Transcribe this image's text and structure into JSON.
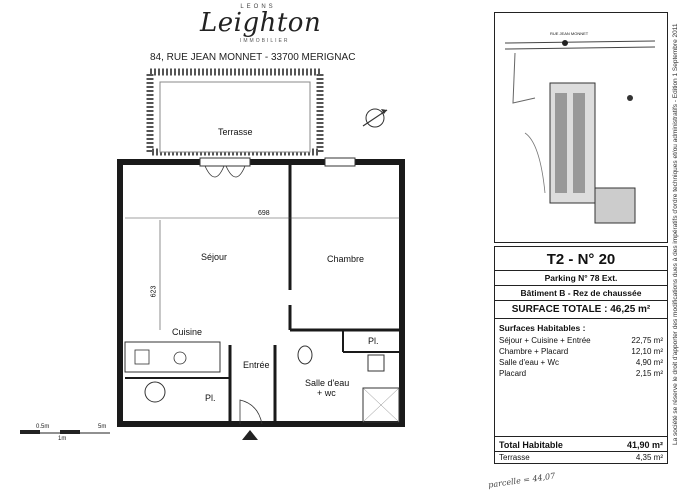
{
  "header": {
    "brand_top": "LEONS",
    "brand": "Leighton",
    "brand_sub": "IMMOBILIER",
    "address": "84, RUE JEAN MONNET - 33700 MERIGNAC"
  },
  "plan": {
    "terrace_label": "Terrasse",
    "dimension": "698",
    "dimension_vertical": "623",
    "rooms": {
      "sejour": "Séjour",
      "chambre": "Chambre",
      "cuisine": "Cuisine",
      "entree": "Entrée",
      "placard1": "Pl.",
      "placard2": "Pl.",
      "sdb_line1": "Salle d'eau",
      "sdb_line2": "+ wc"
    },
    "scale_labels": [
      "0.5m",
      "1m",
      "5m"
    ]
  },
  "location_map": {
    "street_label": "RUE JEAN MONNET"
  },
  "info": {
    "type_num": "T2 - N° 20",
    "parking": "Parking N° 78 Ext.",
    "batiment": "Bâtiment B - Rez de chaussée",
    "surface_totale": "SURFACE TOTALE : 46,25 m²",
    "habitables_heading": "Surfaces Habitables :",
    "rows": [
      {
        "name": "Séjour + Cuisine + Entrée",
        "value": "22,75 m²"
      },
      {
        "name": "Chambre + Placard",
        "value": "12,10 m²"
      },
      {
        "name": "Salle d'eau + Wc",
        "value": "4,90 m²"
      },
      {
        "name": "Placard",
        "value": "2,15 m²"
      }
    ],
    "total_label": "Total Habitable",
    "total_value": "41,90 m²",
    "terrasse_label": "Terrasse",
    "terrasse_value": "4,35 m²"
  },
  "side_note": "La société se réserve le droit d'apporter des modifications dues à des impératifs d'ordre techniques et/ou administratifs - Edition 1 Septembre 2011",
  "handwritten_note": "parcelle = 44,07"
}
